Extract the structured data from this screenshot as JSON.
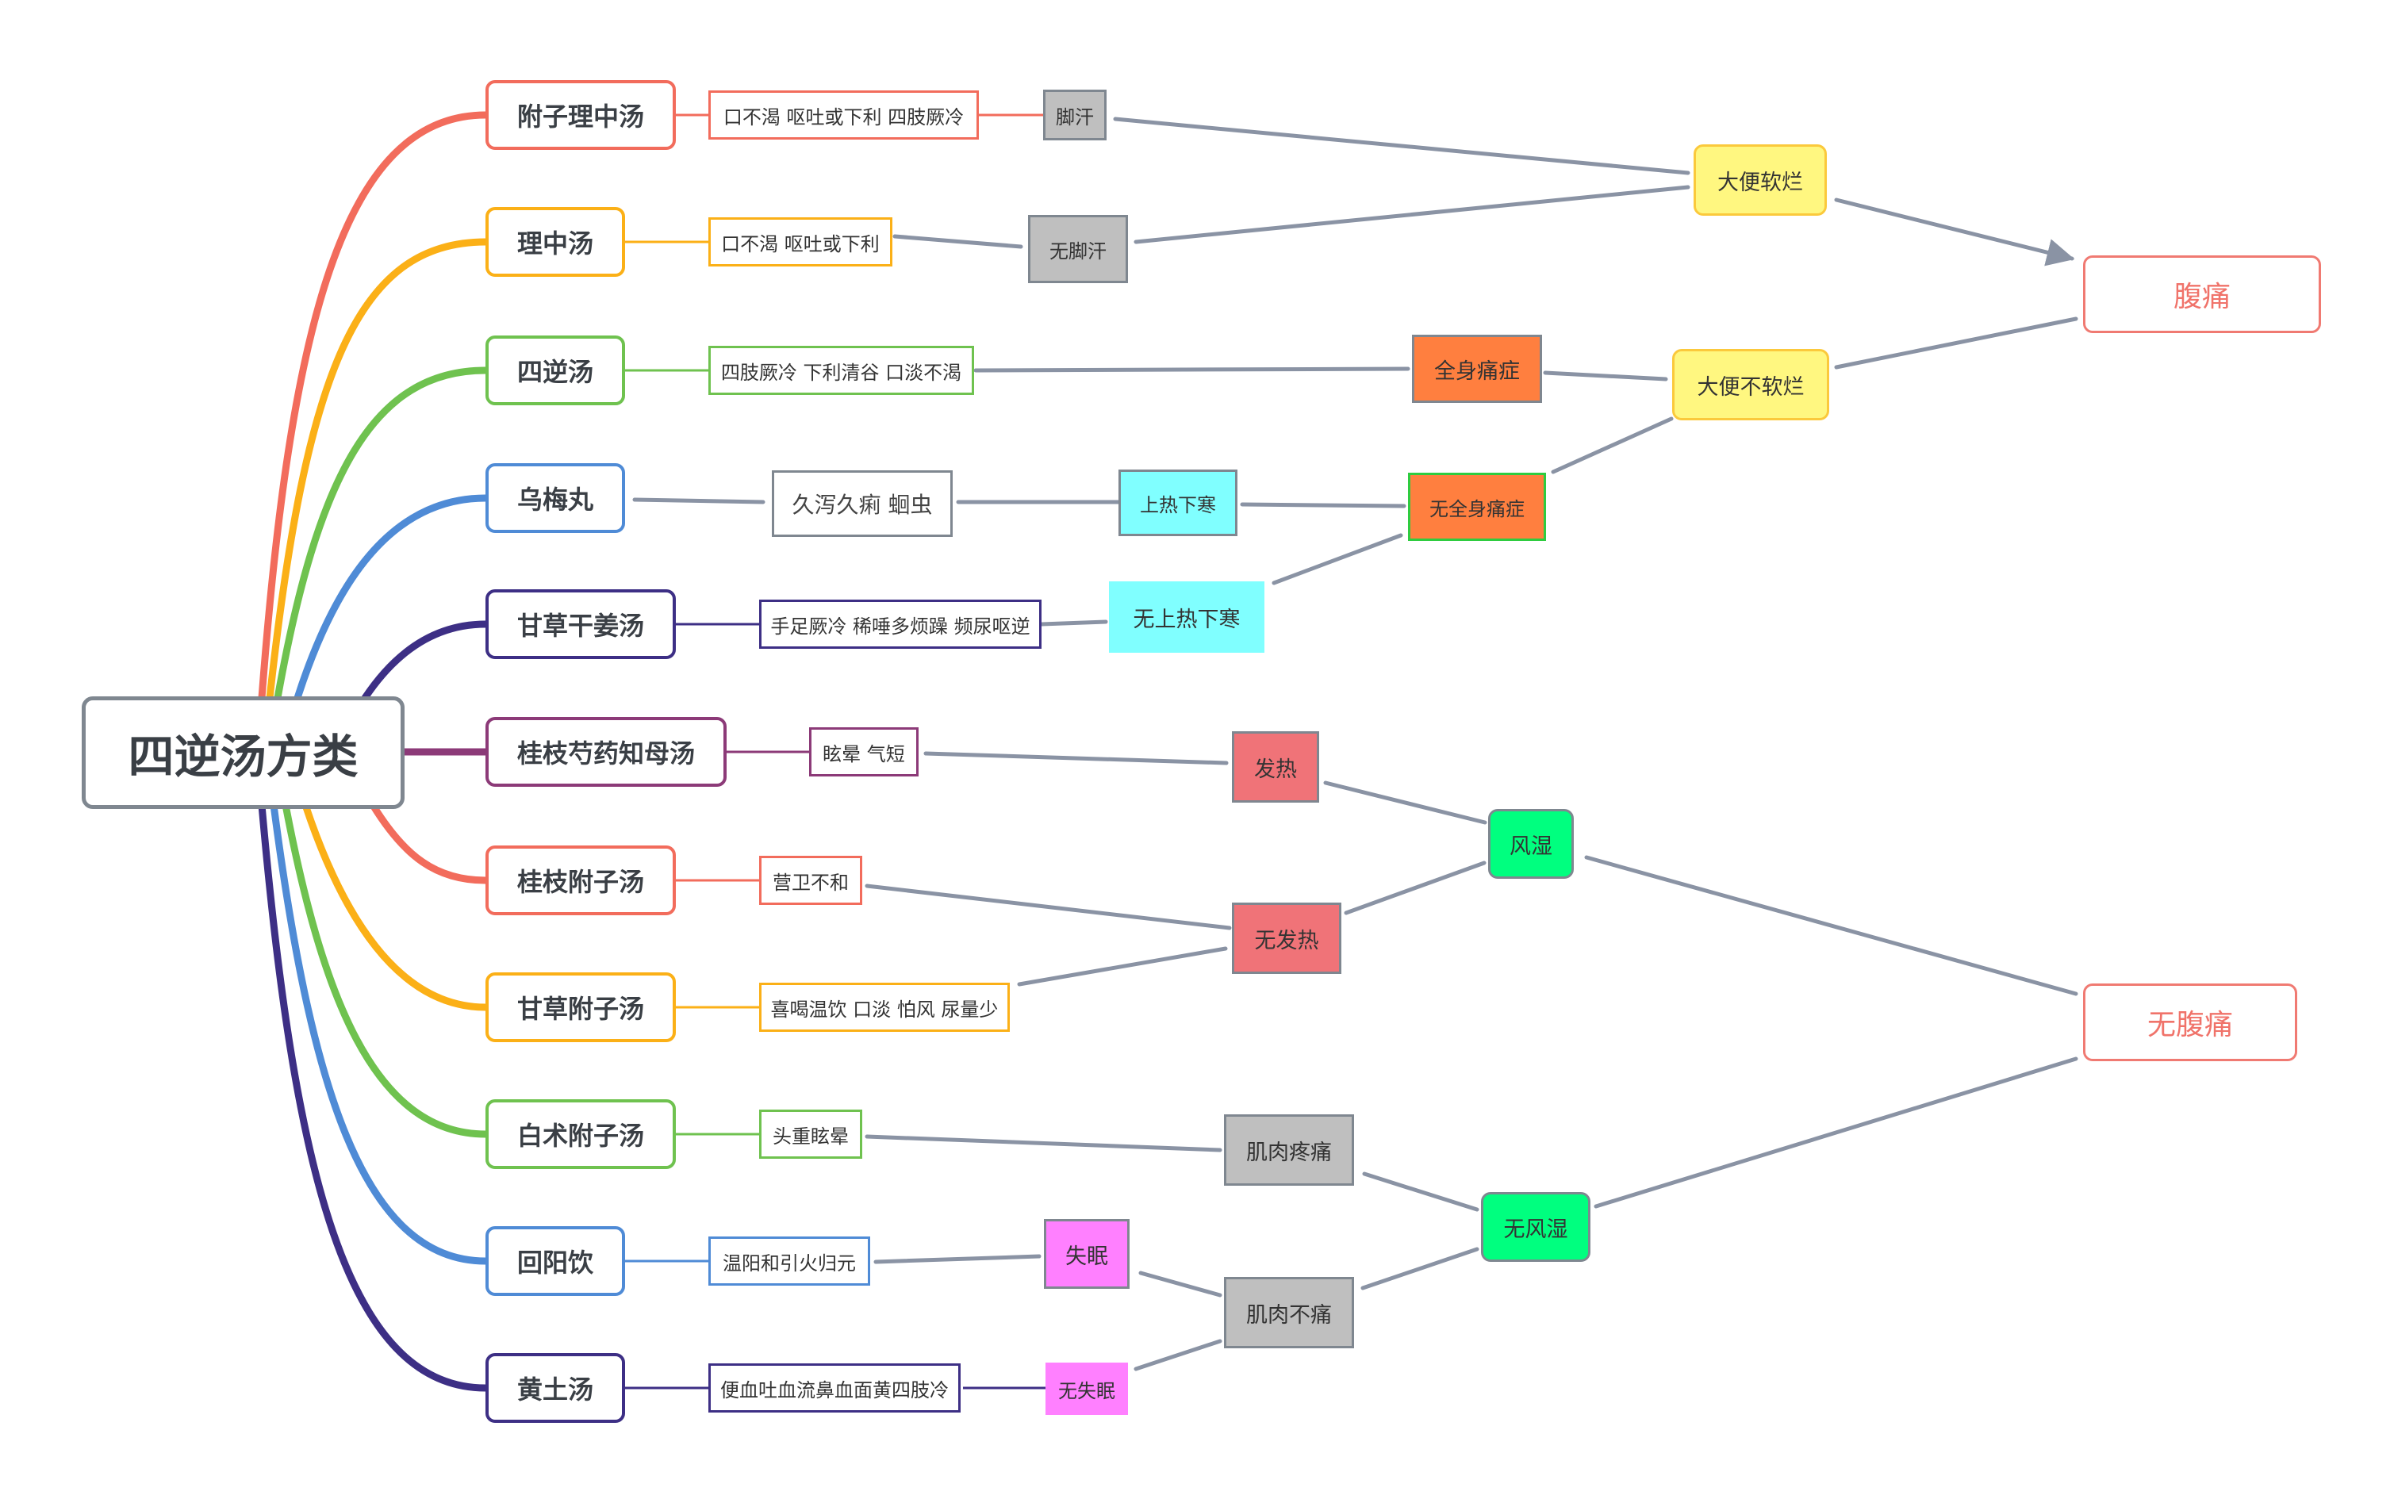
{
  "root": "四逆汤方类",
  "formulas": [
    {
      "label": "附子理中汤",
      "color": "#f26c5c"
    },
    {
      "label": "理中汤",
      "color": "#fbb017"
    },
    {
      "label": "四逆汤",
      "color": "#6fc24f"
    },
    {
      "label": "乌梅丸",
      "color": "#4f8bd6"
    },
    {
      "label": "甘草干姜汤",
      "color": "#3d2f85"
    },
    {
      "label": "桂枝芍药知母汤",
      "color": "#8c3a78"
    },
    {
      "label": "桂枝附子汤",
      "color": "#f26c5c"
    },
    {
      "label": "甘草附子汤",
      "color": "#fbb017"
    },
    {
      "label": "白术附子汤",
      "color": "#6fc24f"
    },
    {
      "label": "回阳饮",
      "color": "#4f8bd6"
    },
    {
      "label": "黄土汤",
      "color": "#3d2f85"
    }
  ],
  "symptoms": [
    "口不渴 呕吐或下利 四肢厥冷",
    "口不渴 呕吐或下利",
    "四肢厥冷 下利清谷 口淡不渴",
    "久泻久痢 蛔虫",
    "手足厥冷 稀唾多烦躁 频尿呕逆",
    "眩晕 气短",
    "营卫不和",
    "喜喝温饮 口淡 怕风 尿量少",
    "头重眩晕",
    "温阳和引火归元",
    "便血吐血流鼻血面黄四肢冷"
  ],
  "conditions": {
    "foot_sweat": "脚汗",
    "no_foot_sweat": "无脚汗",
    "whole_body_pain": "全身痛症",
    "no_whole_body_pain": "无全身痛症",
    "upper_heat_lower_cold": "上热下寒",
    "no_upper_heat_lower_cold": "无上热下寒",
    "loose_stool": "大便软烂",
    "no_loose_stool": "大便不软烂",
    "fever": "发热",
    "no_fever": "无发热",
    "wind_damp": "风湿",
    "no_wind_damp": "无风湿",
    "muscle_pain": "肌肉疼痛",
    "no_muscle_pain": "肌肉不痛",
    "insomnia": "失眠",
    "no_insomnia": "无失眠"
  },
  "outcomes": {
    "abdominal_pain": "腹痛",
    "no_abdominal_pain": "无腹痛"
  },
  "colors": {
    "connector": "#8a93a4",
    "outcome_red": "#f0736a",
    "loose_stool_fill": "#fff780",
    "whole_body_fill": "#ff7f3f",
    "heat_cold_fill": "#80ffff",
    "fever_fill": "#f07378",
    "wind_damp_fill": "#00ff7f",
    "muscle_fill": "#bfbfbf",
    "insomnia_fill": "#ff80ff",
    "sweat_fill": "#bfbfbf"
  }
}
